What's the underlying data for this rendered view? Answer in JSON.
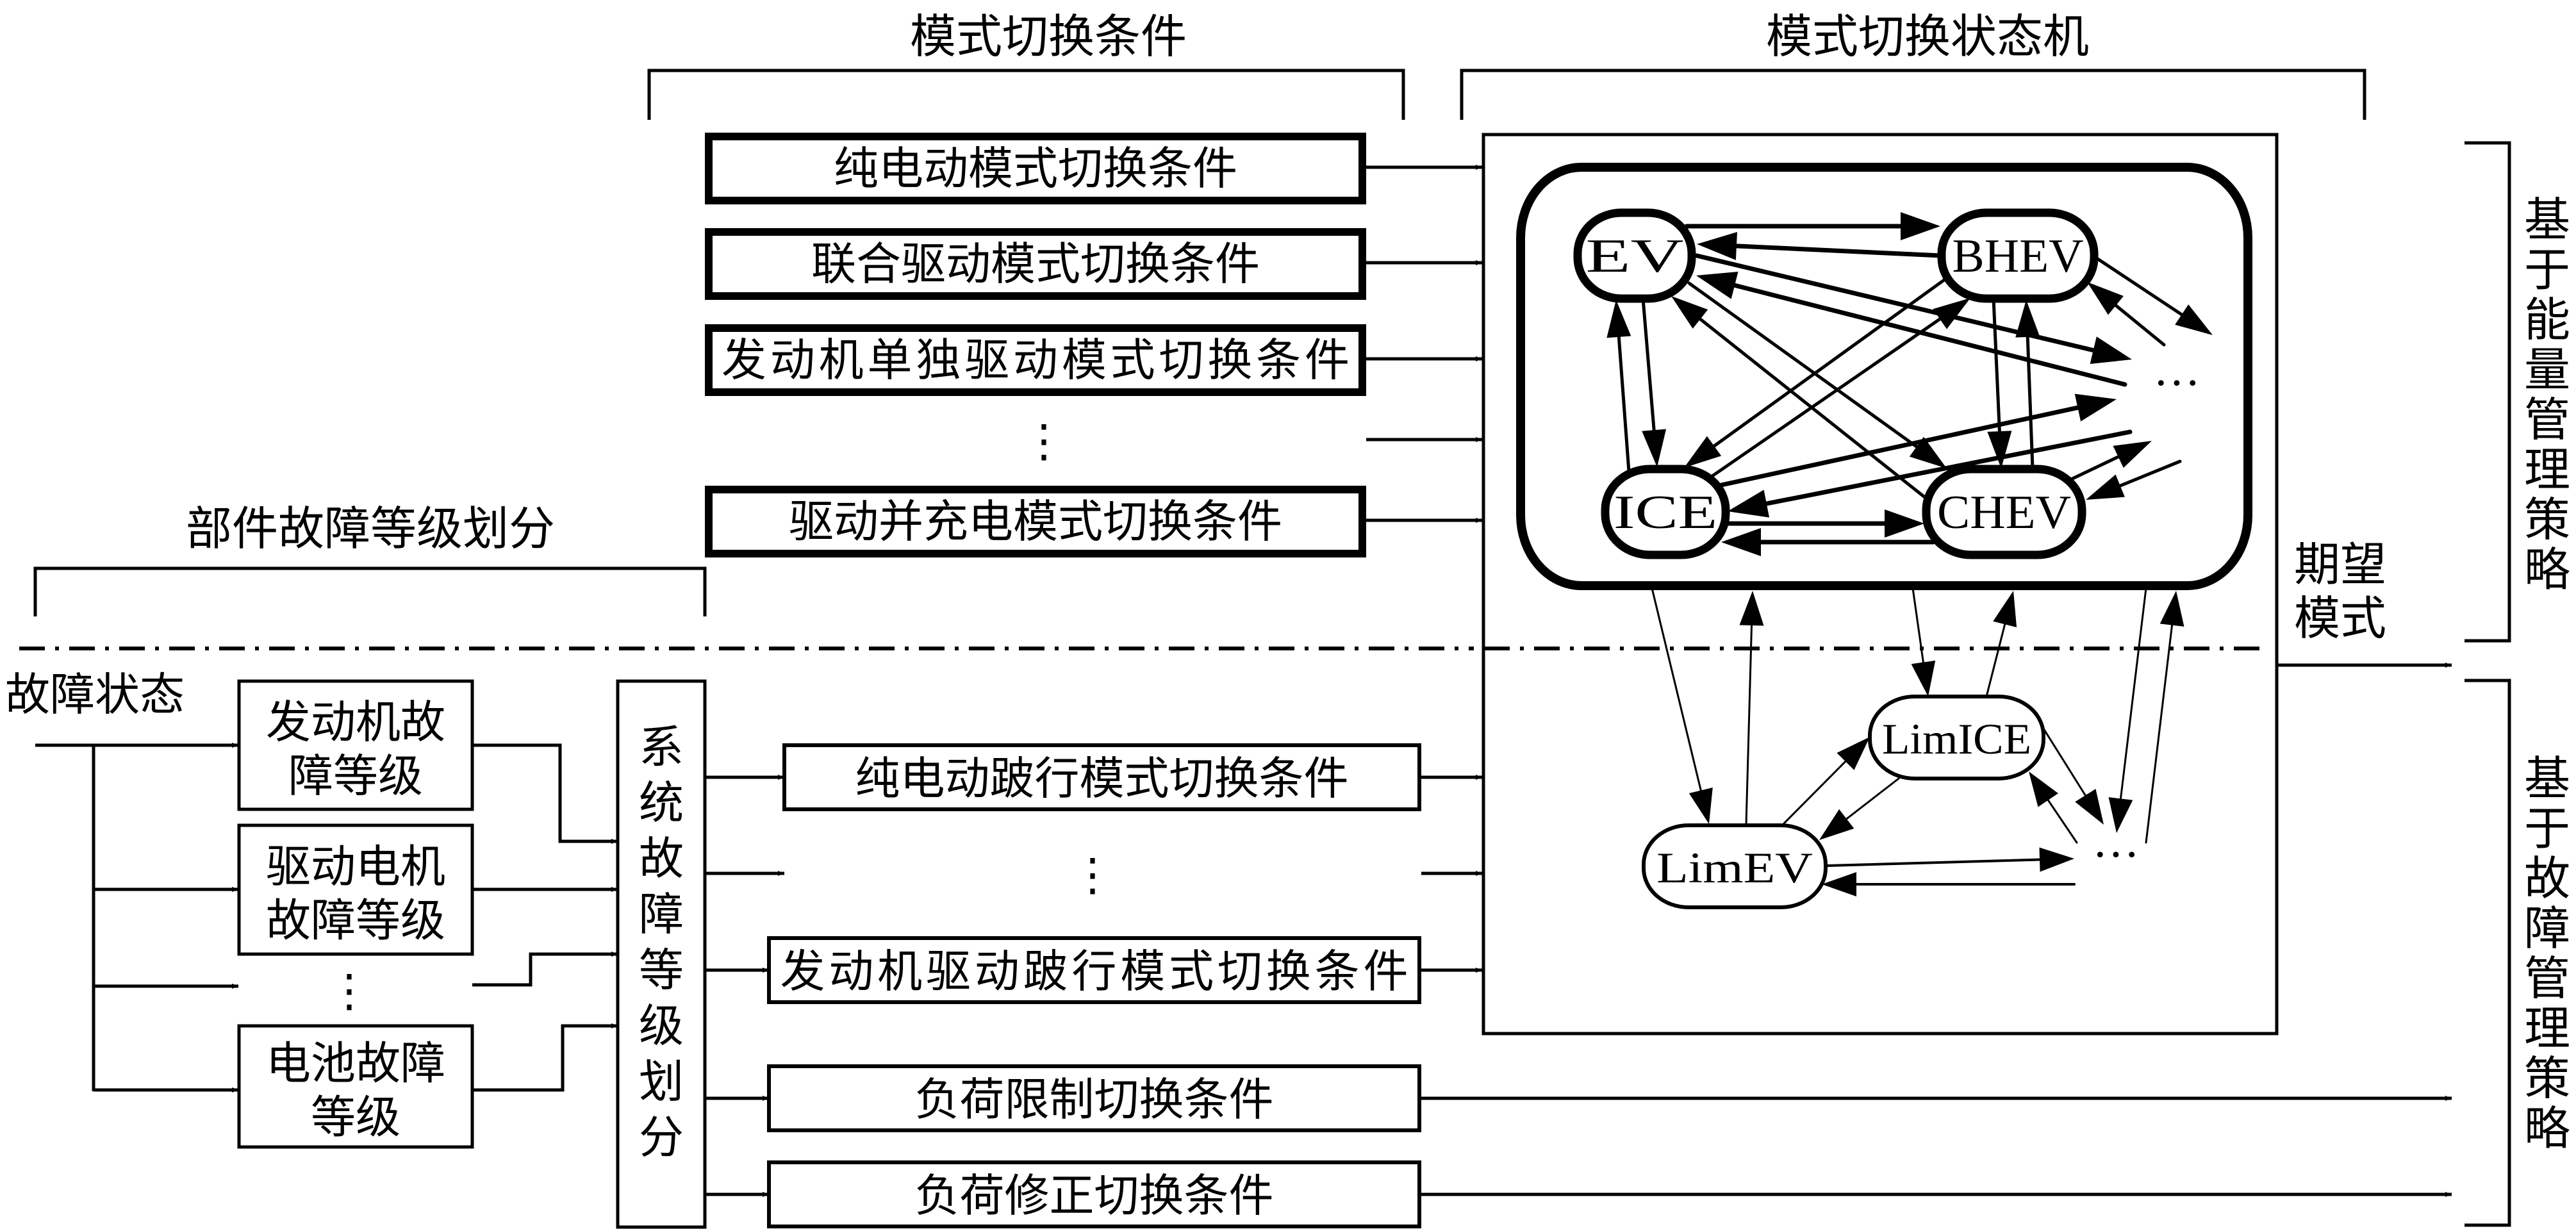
{
  "headers": {
    "mode_switch_conditions": "模式切换条件",
    "mode_switch_state_machine": "模式切换状态机",
    "component_fault_grading": "部件故障等级划分"
  },
  "energy_conditions": [
    {
      "label": "纯电动模式切换条件"
    },
    {
      "label": "联合驱动模式切换条件"
    },
    {
      "label": "发动机单独驱动模式切换条件"
    },
    {
      "label": "⋮"
    },
    {
      "label": "驱动并充电模式切换条件"
    }
  ],
  "fault_input": {
    "label": "故障状态"
  },
  "component_faults": [
    {
      "line1": "发动机故",
      "line2": "障等级"
    },
    {
      "line1": "驱动电机",
      "line2": "故障等级"
    },
    {
      "line1": "⋮",
      "line2": ""
    },
    {
      "line1": "电池故障",
      "line2": "等级"
    }
  ],
  "system_fault_grading": {
    "chars": [
      "系",
      "统",
      "故",
      "障",
      "等",
      "级",
      "划",
      "分"
    ]
  },
  "fault_conditions": [
    {
      "label": "纯电动跛行模式切换条件"
    },
    {
      "label": "⋮"
    },
    {
      "label": "发动机驱动跛行模式切换条件"
    },
    {
      "label": "负荷限制切换条件"
    },
    {
      "label": "负荷修正切换条件"
    }
  ],
  "state_machine": {
    "energy_nodes": {
      "EV": "EV",
      "BHEV": "BHEV",
      "ICE": "ICE",
      "CHEV": "CHEV",
      "more": "···"
    },
    "fault_nodes": {
      "LimEV": "LimEV",
      "LimICE": "LimICE",
      "more": "···"
    },
    "edges": [
      {
        "from": "EV",
        "to": "BHEV"
      },
      {
        "from": "BHEV",
        "to": "EV"
      },
      {
        "from": "EV",
        "to": "more"
      },
      {
        "from": "more",
        "to": "EV"
      },
      {
        "from": "EV",
        "to": "ICE"
      },
      {
        "from": "ICE",
        "to": "EV"
      },
      {
        "from": "EV",
        "to": "CHEV"
      },
      {
        "from": "CHEV",
        "to": "EV"
      },
      {
        "from": "BHEV",
        "to": "ICE"
      },
      {
        "from": "ICE",
        "to": "BHEV"
      },
      {
        "from": "BHEV",
        "to": "CHEV"
      },
      {
        "from": "CHEV",
        "to": "BHEV"
      },
      {
        "from": "ICE",
        "to": "more"
      },
      {
        "from": "more",
        "to": "ICE"
      },
      {
        "from": "ICE",
        "to": "CHEV"
      },
      {
        "from": "CHEV",
        "to": "ICE"
      },
      {
        "from": "BHEV",
        "to": "more"
      },
      {
        "from": "more",
        "to": "BHEV"
      },
      {
        "from": "CHEV",
        "to": "more"
      },
      {
        "from": "more",
        "to": "CHEV"
      },
      {
        "from": "energy_group",
        "to": "LimEV"
      },
      {
        "from": "LimEV",
        "to": "energy_group"
      },
      {
        "from": "energy_group",
        "to": "LimICE"
      },
      {
        "from": "LimICE",
        "to": "energy_group"
      },
      {
        "from": "energy_group",
        "to": "fault_more"
      },
      {
        "from": "fault_more",
        "to": "energy_group"
      },
      {
        "from": "LimEV",
        "to": "LimICE"
      },
      {
        "from": "LimICE",
        "to": "LimEV"
      },
      {
        "from": "LimICE",
        "to": "fault_more"
      },
      {
        "from": "fault_more",
        "to": "LimICE"
      },
      {
        "from": "LimEV",
        "to": "fault_more"
      },
      {
        "from": "fault_more",
        "to": "LimEV"
      }
    ]
  },
  "output": {
    "desired_mode_line1": "期望",
    "desired_mode_line2": "模式"
  },
  "strategies": {
    "energy_management": [
      "基",
      "于",
      "能",
      "量",
      "管",
      "理",
      "策",
      "略"
    ],
    "fault_management": [
      "基",
      "于",
      "故",
      "障",
      "管",
      "理",
      "策",
      "略"
    ]
  }
}
